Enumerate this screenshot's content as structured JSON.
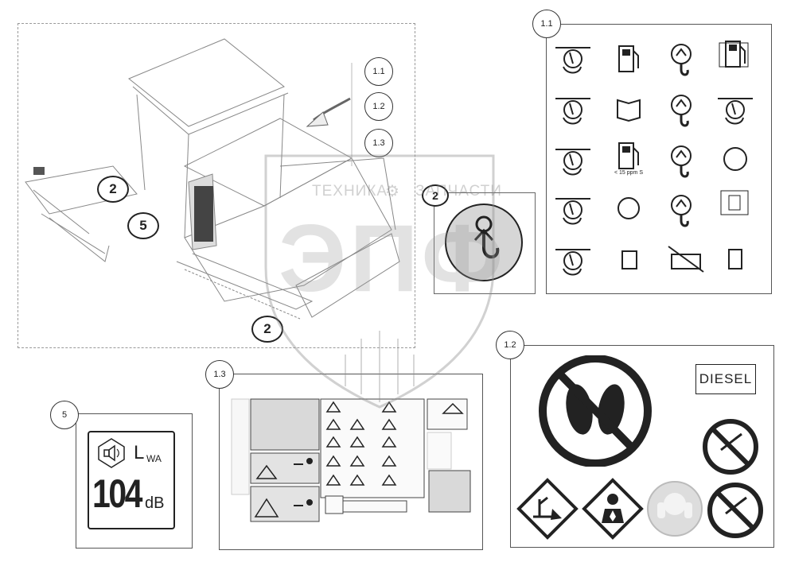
{
  "callouts": {
    "c11": "1.1",
    "c12": "1.2",
    "c13": "1.3",
    "c5": "5"
  },
  "markers": [
    "2",
    "5",
    "2",
    "2"
  ],
  "watermark": {
    "left_word": "ТЕХНИКА",
    "right_word": "ЗАПЧАСТИ",
    "logo": "ЭПФ"
  },
  "panel_1_2": {
    "diesel_label": "DIESEL"
  },
  "panel_5": {
    "l_label": "L",
    "wa_label": "WA",
    "level_value": "104",
    "level_unit": "dB"
  },
  "panel_1_1": {
    "caption_fuel": "< 15 ppm S"
  }
}
